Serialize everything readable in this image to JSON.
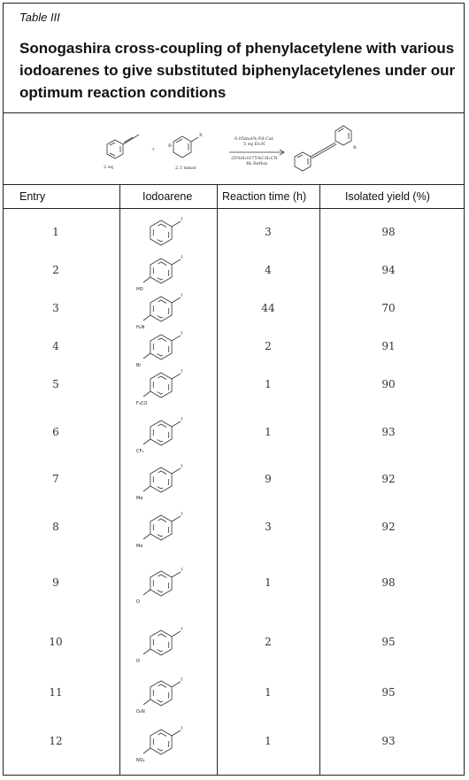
{
  "caption": {
    "label": "Table III",
    "title": "Sonogashira cross-coupling of phenylacetylene with various iodoarenes to give substituted biphenylacetylenes under our optimum reaction conditions"
  },
  "scheme": {
    "reagent1_amount": "2 eq",
    "reagent2_amount": "2.3 mmol",
    "plus": "+",
    "cond1": "0.05mol% Pd-Cat",
    "cond2": "5 eq Et₃N",
    "cond3": "25%H₂O/75%CH₃CN",
    "cond4": "4h Reflux",
    "sub_r": "R",
    "sub_x": "X",
    "prod_r": "R"
  },
  "table": {
    "headers": [
      "Entry",
      "Iodoarene",
      "Reaction time (h)",
      "Isolated yield (%)"
    ],
    "rows": [
      {
        "entry": "1",
        "time": "3",
        "yield": "98",
        "sub": "I",
        "sub2": ""
      },
      {
        "entry": "2",
        "time": "4",
        "yield": "94",
        "sub": "I",
        "sub2": "HO"
      },
      {
        "entry": "3",
        "time": "44",
        "yield": "70",
        "sub": "I",
        "sub2": "H₂N"
      },
      {
        "entry": "4",
        "time": "2",
        "yield": "91",
        "sub": "I",
        "sub2": "Br"
      },
      {
        "entry": "5",
        "time": "1",
        "yield": "90",
        "sub": "I",
        "sub2": "F₃CO"
      },
      {
        "entry": "6",
        "time": "1",
        "yield": "93",
        "sub": "I",
        "sub2": "CF₃"
      },
      {
        "entry": "7",
        "time": "9",
        "yield": "92",
        "sub": "I",
        "sub2": "Me"
      },
      {
        "entry": "8",
        "time": "3",
        "yield": "92",
        "sub": "I",
        "sub2": "Me"
      },
      {
        "entry": "9",
        "time": "1",
        "yield": "98",
        "sub": "I",
        "sub2": "O"
      },
      {
        "entry": "10",
        "time": "2",
        "yield": "95",
        "sub": "I",
        "sub2": "O"
      },
      {
        "entry": "11",
        "time": "1",
        "yield": "95",
        "sub": "I",
        "sub2": "O₂N"
      },
      {
        "entry": "12",
        "time": "1",
        "yield": "93",
        "sub": "I",
        "sub2": "NO₂"
      }
    ]
  }
}
